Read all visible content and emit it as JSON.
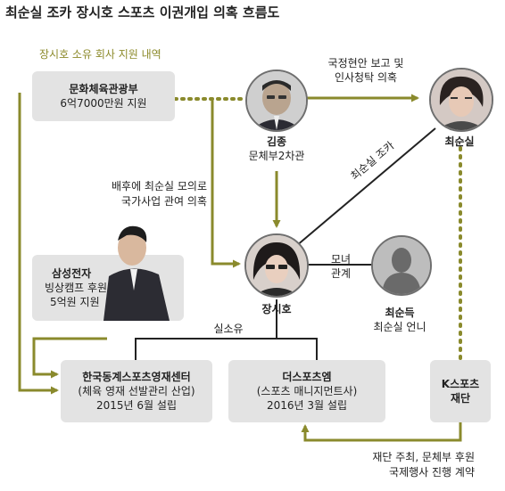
{
  "header": {
    "title": "최순실 조카 장시호 스포츠 이권개입 의혹 흐름도"
  },
  "section_label": "장시호 소유 회사 지원 내역",
  "nodes": {
    "ministry": {
      "name": "문화체육관광부",
      "detail": "6억7000만원 지원"
    },
    "kim_jong": {
      "name": "김종",
      "role": "문체부2차관"
    },
    "choi_soonsil": {
      "name": "최순실"
    },
    "jang_siho": {
      "name": "장시호"
    },
    "choi_sundeuk": {
      "name": "최순득",
      "role": "최순실 언니"
    },
    "samsung": {
      "name": "삼성전자",
      "detail1": "빙상캠프 후원",
      "detail2": "5억원 지원"
    },
    "korea_winter_center": {
      "name": "한국동계스포츠영재센터",
      "detail1": "(체육 영재 선발관리 산업)",
      "detail2": "2015년 6월 설립"
    },
    "the_sportsm": {
      "name": "더스포츠엠",
      "detail1": "(스포츠 매니지먼트사)",
      "detail2": "2016년 3월 설립"
    },
    "k_sports": {
      "name1": "K스포츠",
      "name2": "재단"
    }
  },
  "edge_labels": {
    "kim_to_choi_1": "국정현안 보고 및",
    "kim_to_choi_2": "인사청탁 의혹",
    "behind_1": "배후에 최순실 모의로",
    "behind_2": "국가사업 관여 의혹",
    "niece": "최순실 조카",
    "mother_daughter_1": "모녀",
    "mother_daughter_2": "관계",
    "actual_owner": "실소유",
    "k_sports_contract_1": "재단 주최, 문체부 후원",
    "k_sports_contract_2": "국제행사 진행 계약"
  },
  "colors": {
    "olive": "#8a8a2c",
    "box_gray": "#e3e3e3",
    "dark": "#222222",
    "section_label": "#8c8a2a"
  }
}
